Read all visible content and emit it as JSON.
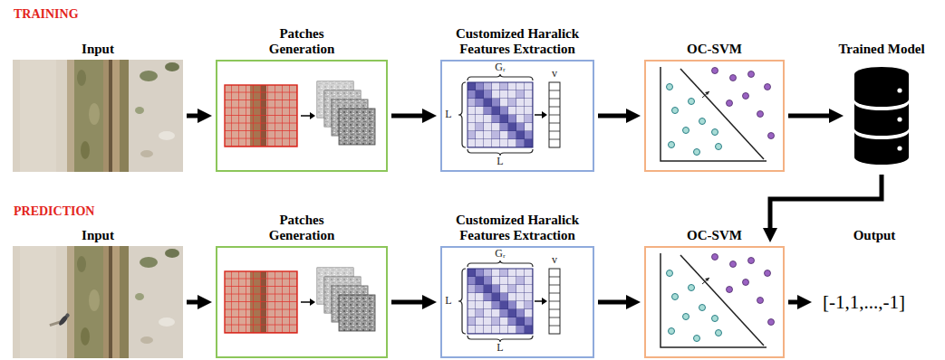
{
  "diagram": {
    "nodes": [
      {
        "text": [
          "Input"
        ]
      },
      {
        "text": [
          "Patches Generation"
        ]
      },
      {
        "text": [
          "Customized Haralick Features Extraction"
        ]
      },
      {
        "text": [
          "OC-SVM"
        ]
      },
      {
        "text": [
          "Trained Model"
        ]
      },
      {
        "text": [
          "Input"
        ]
      },
      {
        "text": [
          "Patches Generation"
        ]
      },
      {
        "text": [
          "Customized Haralick Features Extraction"
        ]
      },
      {
        "text": [
          "OC-SVM"
        ]
      },
      {
        "text": [
          "Output",
          "[-1,1,...,-1]"
        ]
      }
    ],
    "edges": [
      {
        "from": 0,
        "to": 1,
        "arrow": "to"
      },
      {
        "from": 1,
        "to": 2,
        "arrow": "to"
      },
      {
        "from": 2,
        "to": 3,
        "arrow": "to"
      },
      {
        "from": 3,
        "to": 4,
        "arrow": "to"
      },
      {
        "from": 4,
        "to": 8,
        "arrow": "to"
      },
      {
        "from": 5,
        "to": 6,
        "arrow": "to"
      },
      {
        "from": 6,
        "to": 7,
        "arrow": "to"
      },
      {
        "from": 7,
        "to": 8,
        "arrow": "to"
      },
      {
        "from": 8,
        "to": 9,
        "arrow": "to"
      }
    ],
    "labels": [
      "TRAINING",
      "L",
      "Gᵣ",
      "v",
      "L",
      "PREDICTION",
      "L",
      "Gᵣ",
      "v",
      "L"
    ]
  }
}
